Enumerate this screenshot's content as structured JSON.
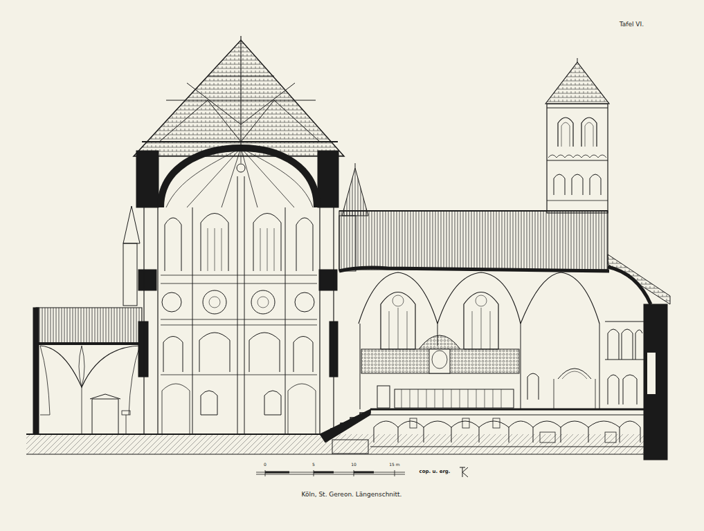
{
  "diagram": {
    "caption": "Köln, St. Gereon. Längenschnitt.",
    "labels": [
      "Tafel VI.",
      "0",
      "5",
      "10",
      "15 m",
      "cop. u. erg."
    ]
  }
}
